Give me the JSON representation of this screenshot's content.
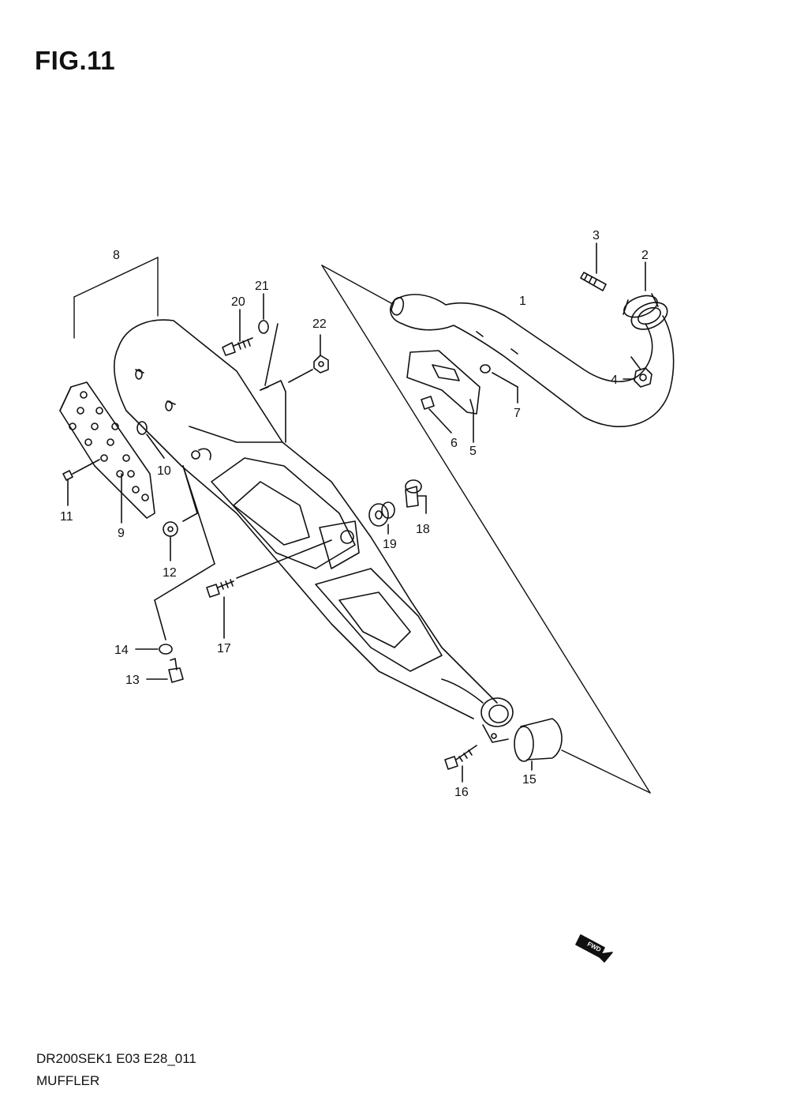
{
  "figure": {
    "title": "FIG.11",
    "model_code": "DR200SEK1 E03 E28_011",
    "section_title": "MUFFLER",
    "fwd_label": "FWD"
  },
  "callouts": {
    "c1": "1",
    "c2": "2",
    "c3": "3",
    "c4": "4",
    "c5": "5",
    "c6": "6",
    "c7": "7",
    "c8": "8",
    "c9": "9",
    "c10": "10",
    "c11": "11",
    "c12": "12",
    "c13": "13",
    "c14": "14",
    "c15": "15",
    "c16": "16",
    "c17": "17",
    "c18": "18",
    "c19": "19",
    "c20": "20",
    "c21": "21",
    "c22": "22"
  },
  "colors": {
    "ink": "#111111",
    "background": "#ffffff"
  }
}
